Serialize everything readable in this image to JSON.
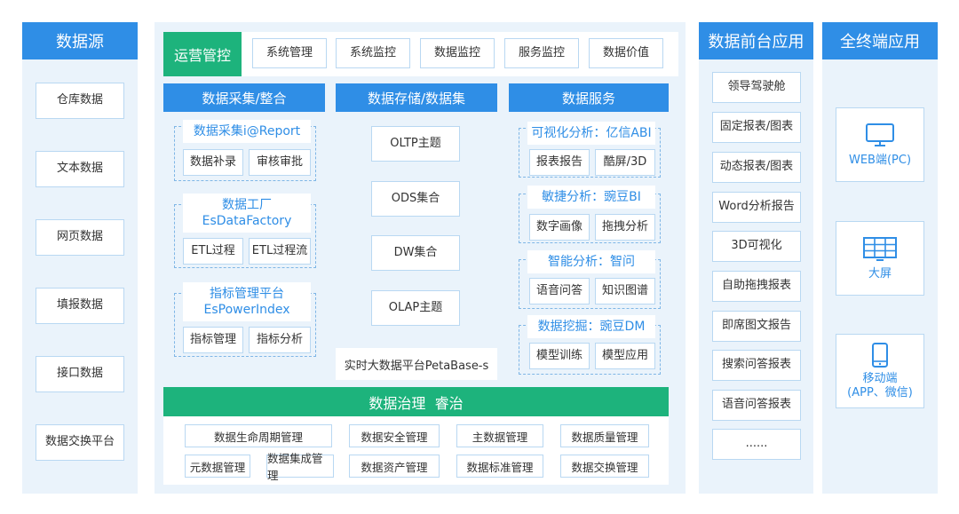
{
  "source": {
    "title": "数据源",
    "items": [
      "仓库数据",
      "文本数据",
      "网页数据",
      "填报数据",
      "接口数据",
      "数据交换平台"
    ]
  },
  "ops": {
    "label": "运营管控",
    "items": [
      "系统管理",
      "系统监控",
      "数据监控",
      "服务监控",
      "数据价值"
    ]
  },
  "collect": {
    "title": "数据采集/整合",
    "groups": [
      {
        "title": "数据采集i@Report",
        "items": [
          "数据补录",
          "审核审批"
        ]
      },
      {
        "title1": "数据工厂",
        "title2": "EsDataFactory",
        "items": [
          "ETL过程",
          "ETL过程流"
        ]
      },
      {
        "title1": "指标管理平台",
        "title2": "EsPowerIndex",
        "items": [
          "指标管理",
          "指标分析"
        ]
      }
    ]
  },
  "storage": {
    "title": "数据存储/数据集",
    "items": [
      "OLTP主题",
      "ODS集合",
      "DW集合",
      "OLAP主题"
    ],
    "footer": "实时大数据平台PetaBase-s"
  },
  "service": {
    "title": "数据服务",
    "groups": [
      {
        "title": "可视化分析：亿信ABI",
        "items": [
          "报表报告",
          "酷屏/3D"
        ]
      },
      {
        "title": "敏捷分析：豌豆BI",
        "items": [
          "数字画像",
          "拖拽分析"
        ]
      },
      {
        "title": "智能分析：智问",
        "items": [
          "语音问答",
          "知识图谱"
        ]
      },
      {
        "title": "数据挖掘：豌豆DM",
        "items": [
          "模型训练",
          "模型应用"
        ]
      }
    ]
  },
  "governance": {
    "title": "数据治理  睿治",
    "row1": [
      "数据生命周期管理",
      "数据安全管理",
      "主数据管理",
      "数据质量管理"
    ],
    "row2": [
      "元数据管理",
      "数据集成管理",
      "数据资产管理",
      "数据标准管理",
      "数据交换管理"
    ]
  },
  "frontend": {
    "title": "数据前台应用",
    "items": [
      "领导驾驶舱",
      "固定报表/图表",
      "动态报表/图表",
      "Word分析报告",
      "3D可视化",
      "自助拖拽报表",
      "即席图文报告",
      "搜索问答报表",
      "语音问答报表",
      "......"
    ]
  },
  "terminal": {
    "title": "全终端应用",
    "cards": [
      {
        "label": "WEB端(PC)",
        "icon": "monitor-icon"
      },
      {
        "label": "大屏",
        "icon": "grid-screen-icon"
      },
      {
        "label1": "移动端",
        "label2": "(APP、微信)",
        "icon": "phone-icon"
      }
    ]
  },
  "colors": {
    "accent": "#2f8ee6",
    "green": "#1db37c",
    "panel": "#eaf3fb"
  }
}
